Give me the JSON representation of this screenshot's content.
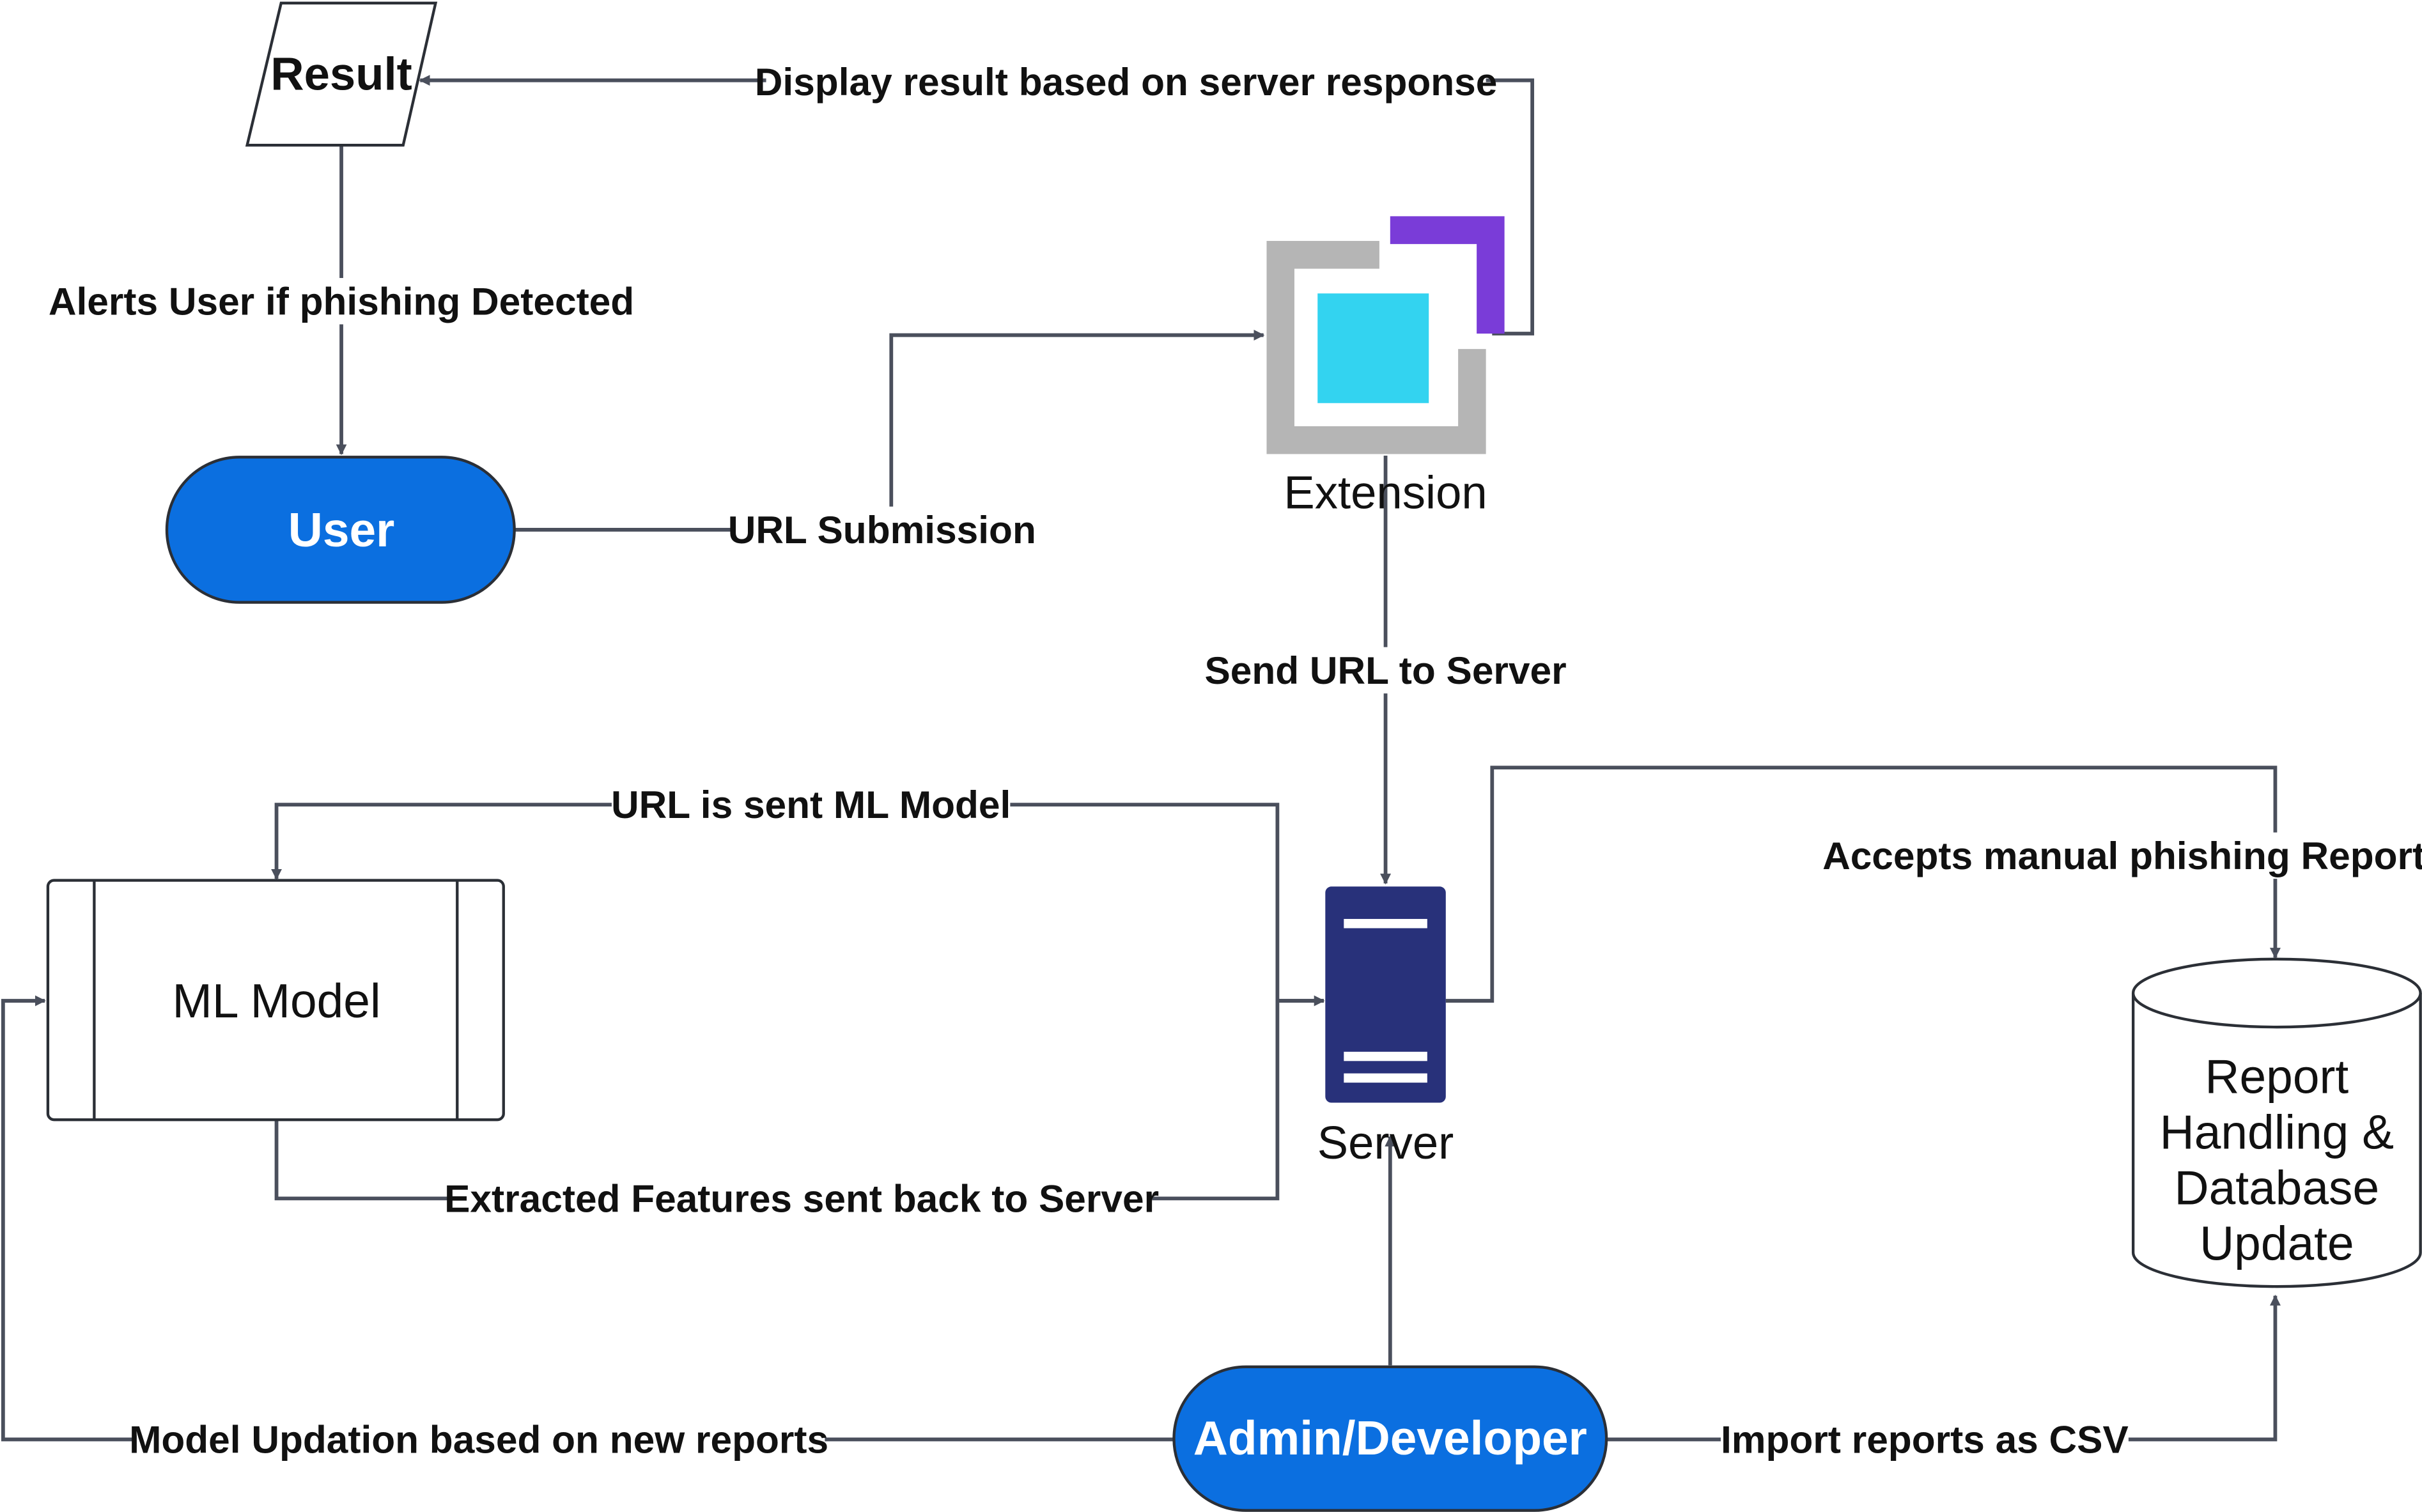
{
  "diagram": {
    "nodes": {
      "result": "Result",
      "user": "User",
      "extension": "Extension",
      "server": "Server",
      "ml_model": "ML Model",
      "admin": "Admin/Developer",
      "database_lines": [
        "Report",
        "Handling &",
        "Database",
        "Update"
      ]
    },
    "edges": {
      "display_result": "Display result based on server response",
      "alerts_user": "Alerts User if  phishing Detected",
      "url_submission": "URL Submission",
      "send_url": "Send URL to Server",
      "url_to_ml": "URL is sent ML Model",
      "features_back": "Extracted Features sent back to Server",
      "manual_report": "Accepts manual phishing Report",
      "model_updation": "Model Updation based on new reports",
      "import_csv": "Import reports as CSV"
    },
    "icons": {
      "extension": "extension-icon",
      "server": "server-icon",
      "database": "database-cylinder-icon"
    },
    "colors": {
      "pill_fill": "#0b6fe0",
      "pill_stroke": "#2b2f36",
      "server_navy": "#28317a",
      "extension_gray": "#b5b5b5",
      "extension_purple": "#7a3cd8",
      "extension_cyan": "#33d3f0",
      "edge": "#4a4f5c"
    }
  }
}
